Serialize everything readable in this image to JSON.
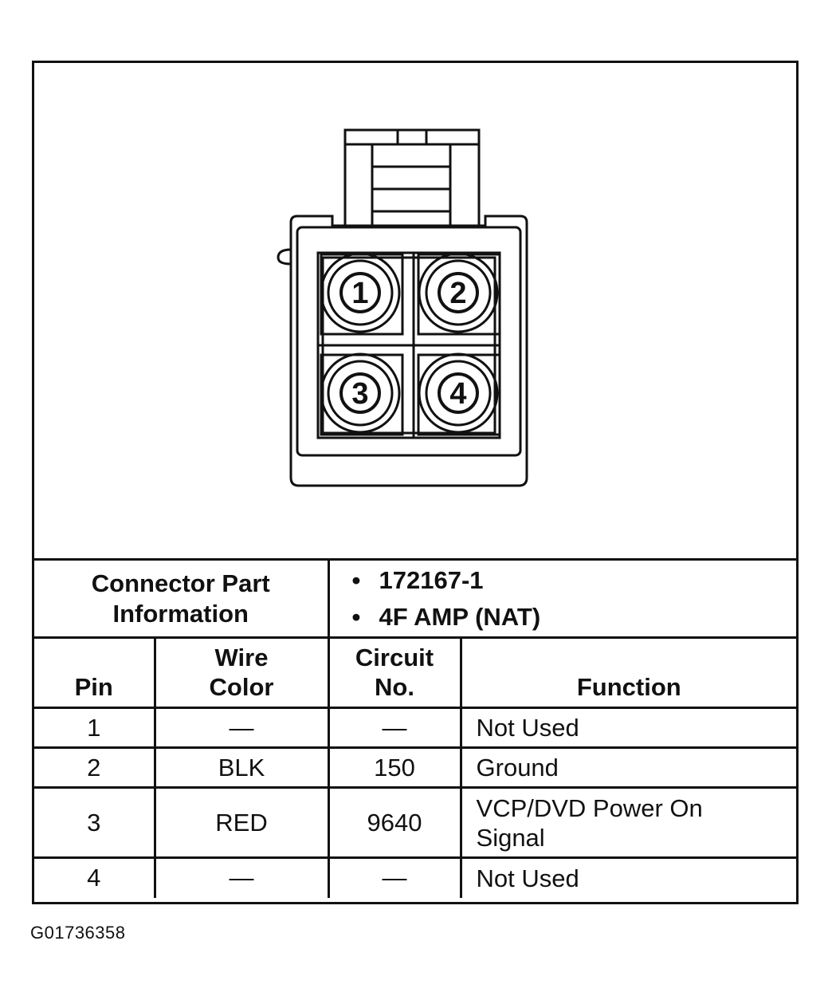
{
  "connector": {
    "pins": [
      {
        "pin": "1"
      },
      {
        "pin": "2"
      },
      {
        "pin": "3"
      },
      {
        "pin": "4"
      }
    ]
  },
  "part_info": {
    "label_line1": "Connector Part",
    "label_line2": "Information",
    "values": [
      "172167-1",
      "4F AMP (NAT)"
    ]
  },
  "table": {
    "headers": {
      "pin": "Pin",
      "wire_color_line1": "Wire",
      "wire_color_line2": "Color",
      "circuit_line1": "Circuit",
      "circuit_line2": "No.",
      "function": "Function"
    },
    "rows": [
      {
        "pin": "1",
        "wire_color": "—",
        "circuit": "—",
        "function_line1": "Not Used",
        "function_line2": ""
      },
      {
        "pin": "2",
        "wire_color": "BLK",
        "circuit": "150",
        "function_line1": "Ground",
        "function_line2": ""
      },
      {
        "pin": "3",
        "wire_color": "RED",
        "circuit": "9640",
        "function_line1": "VCP/DVD Power On",
        "function_line2": "Signal"
      },
      {
        "pin": "4",
        "wire_color": "—",
        "circuit": "—",
        "function_line1": "Not Used",
        "function_line2": ""
      }
    ]
  },
  "figure_id": "G01736358"
}
